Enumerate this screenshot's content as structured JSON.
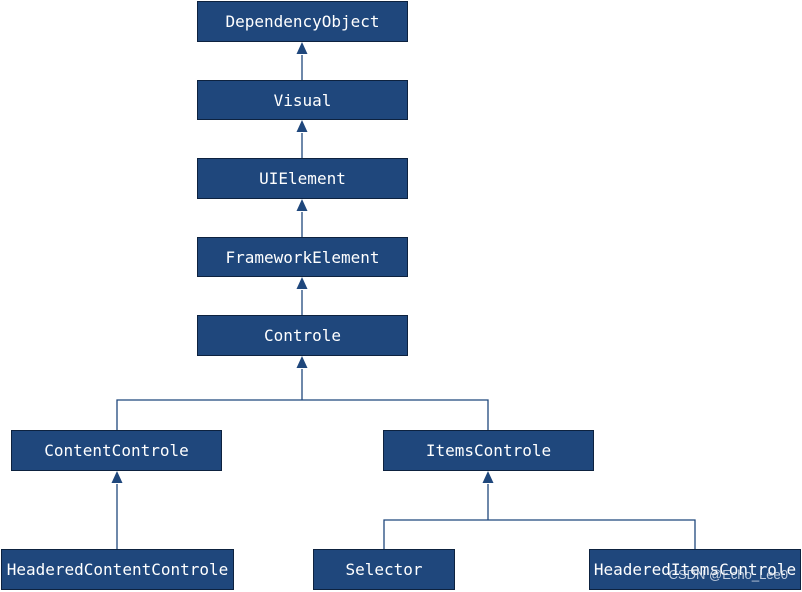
{
  "colors": {
    "node_fill": "#1f477c",
    "node_border": "#0d223f",
    "node_text": "#ffffff",
    "connector": "#1f477c"
  },
  "nodes": [
    {
      "id": "dependencyobject",
      "label": "DependencyObject"
    },
    {
      "id": "visual",
      "label": "Visual"
    },
    {
      "id": "uielement",
      "label": "UIElement"
    },
    {
      "id": "frameworkelement",
      "label": "FrameworkElement"
    },
    {
      "id": "controle",
      "label": "Controle"
    },
    {
      "id": "contentcontrole",
      "label": "ContentControle"
    },
    {
      "id": "itemscontrole",
      "label": "ItemsControle"
    },
    {
      "id": "headeredcontentcontrole",
      "label": "HeaderedContentControle"
    },
    {
      "id": "selector",
      "label": "Selector"
    },
    {
      "id": "headereditemscontrole",
      "label": "HeaderedItemsControle"
    }
  ],
  "edges": [
    {
      "from": "visual",
      "to": "dependencyobject"
    },
    {
      "from": "uielement",
      "to": "visual"
    },
    {
      "from": "frameworkelement",
      "to": "uielement"
    },
    {
      "from": "controle",
      "to": "frameworkelement"
    },
    {
      "from": "contentcontrole",
      "to": "controle"
    },
    {
      "from": "itemscontrole",
      "to": "controle"
    },
    {
      "from": "headeredcontentcontrole",
      "to": "contentcontrole"
    },
    {
      "from": "selector",
      "to": "itemscontrole"
    },
    {
      "from": "headereditemscontrole",
      "to": "itemscontrole"
    }
  ],
  "watermark": "CSDN @Echo_Lee0"
}
